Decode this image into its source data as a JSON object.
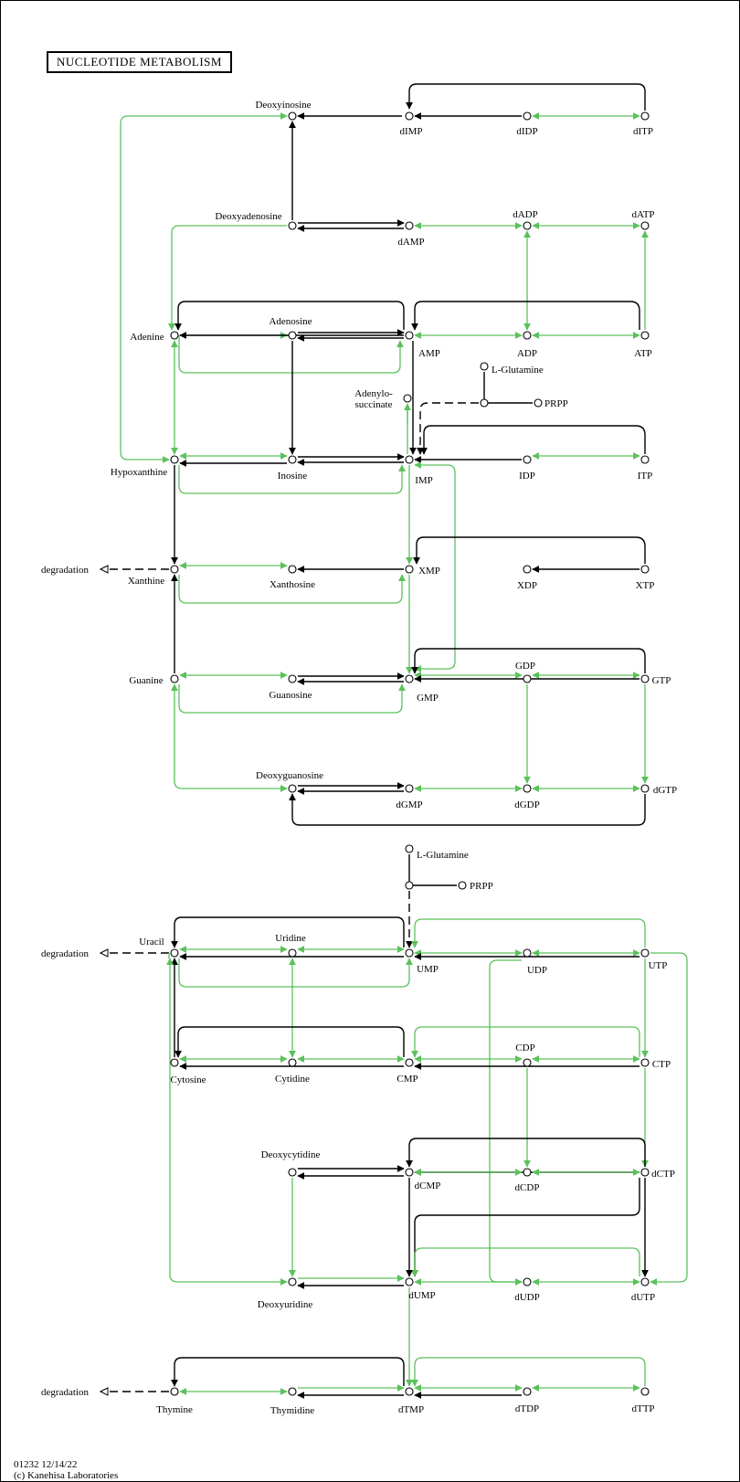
{
  "title": "NUCLEOTIDE METABOLISM",
  "footer": {
    "line1": "01232 12/14/22",
    "line2": "(c) Kanehisa Laboratories"
  },
  "colors": {
    "enzyme_link": "#5cc15c",
    "plain_link": "#000000"
  },
  "compounds": {
    "deoxyinosine": "Deoxyinosine",
    "dimp": "dIMP",
    "didp": "dIDP",
    "ditp": "dITP",
    "deoxyadenosine": "Deoxyadenosine",
    "damp": "dAMP",
    "dadp": "dADP",
    "datp": "dATP",
    "adenine": "Adenine",
    "adenosine": "Adenosine",
    "amp": "AMP",
    "adp": "ADP",
    "atp": "ATP",
    "lglutamine1": "L-Glutamine",
    "prpp1": "PRPP",
    "adenylosuccinate": "Adenylo-\nsuccinate",
    "hypoxanthine": "Hypoxanthine",
    "inosine": "Inosine",
    "imp": "IMP",
    "idp": "IDP",
    "itp": "ITP",
    "degradation1": "degradation",
    "xanthine": "Xanthine",
    "xanthosine": "Xanthosine",
    "xmp": "XMP",
    "xdp": "XDP",
    "xtp": "XTP",
    "guanine": "Guanine",
    "guanosine": "Guanosine",
    "gmp": "GMP",
    "gdp": "GDP",
    "gtp": "GTP",
    "deoxyguanosine": "Deoxyguanosine",
    "dgmp": "dGMP",
    "dgdp": "dGDP",
    "dgtp": "dGTP",
    "lglutamine2": "L-Glutamine",
    "prpp2": "PRPP",
    "degradation2": "degradation",
    "uracil": "Uracil",
    "uridine": "Uridine",
    "ump": "UMP",
    "udp": "UDP",
    "utp": "UTP",
    "cytosine": "Cytosine",
    "cytidine": "Cytidine",
    "cmp": "CMP",
    "cdp": "CDP",
    "ctp": "CTP",
    "deoxycytidine": "Deoxycytidine",
    "dcmp": "dCMP",
    "dcdp": "dCDP",
    "dctp": "dCTP",
    "deoxyuridine": "Deoxyuridine",
    "dump": "dUMP",
    "dudp": "dUDP",
    "dutp": "dUTP",
    "degradation3": "degradation",
    "thymine": "Thymine",
    "thymidine": "Thymidine",
    "dtmp": "dTMP",
    "dtdp": "dTDP",
    "dttp": "dTTP"
  }
}
